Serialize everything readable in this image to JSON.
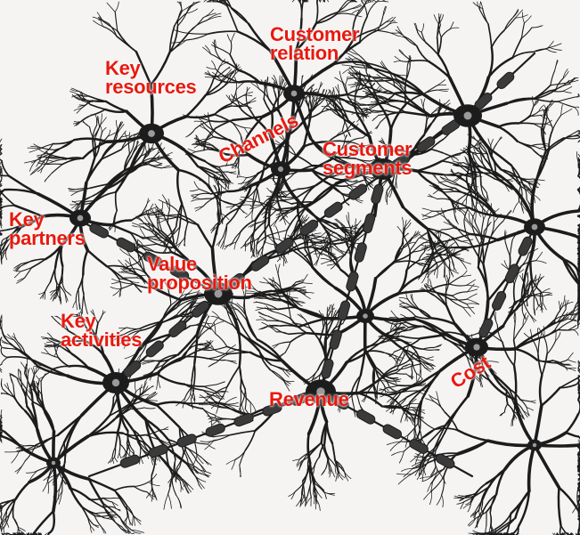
{
  "colors": {
    "label": "#e8190f",
    "ink": "#1c1c1c",
    "background": "#f5f4f2"
  },
  "labels": {
    "customer_relation": {
      "line1": "Customer",
      "line2": "relation"
    },
    "key_resources": {
      "line1": "Key",
      "line2": "resources"
    },
    "channels": {
      "line1": "Channels"
    },
    "customer_segments": {
      "line1": "Customer",
      "line2": "segments"
    },
    "key_partners": {
      "line1": "Key",
      "line2": "partners"
    },
    "value_proposition": {
      "line1": "Value",
      "line2": "proposition"
    },
    "key_activities": {
      "line1": "Key",
      "line2": "activities"
    },
    "cost": {
      "line1": "Cost"
    },
    "revenue": {
      "line1": "Revenue"
    }
  }
}
